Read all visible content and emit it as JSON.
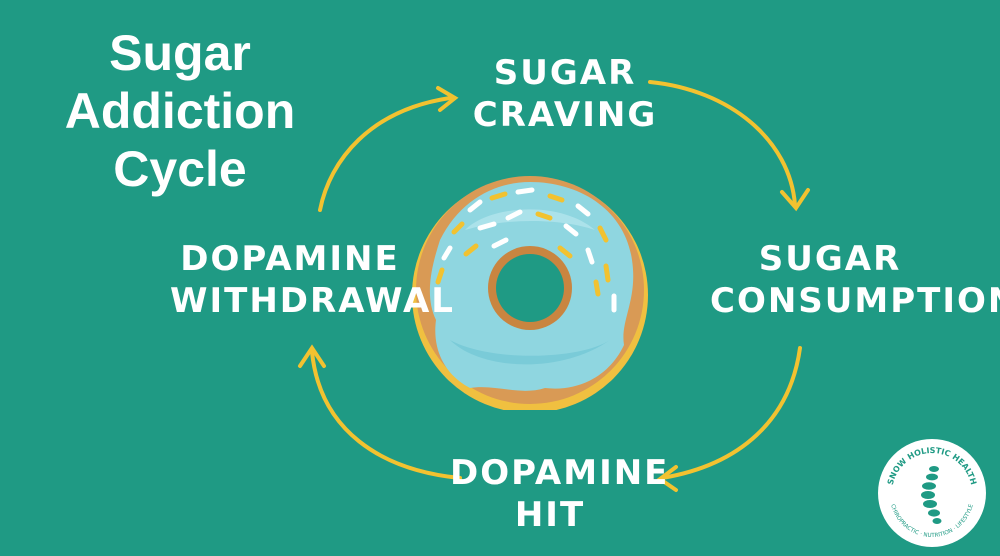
{
  "title": {
    "line1": "Sugar",
    "line2": "Addiction",
    "line3": "Cycle"
  },
  "stages": {
    "craving": {
      "line1": "Sugar",
      "line2": "Craving"
    },
    "consumption": {
      "line1": "Sugar",
      "line2": "Consumption"
    },
    "hit": {
      "line1": "Dopamine",
      "line2": "Hit"
    },
    "withdrawal": {
      "line1": "Dopamine",
      "line2": "Withdrawal"
    }
  },
  "logo": {
    "top_text": "SNOW HOLISTIC HEALTH",
    "bottom_text": "CHIROPRACTIC · NUTRITION · LIFESTYLE"
  },
  "colors": {
    "background": "#1f9a84",
    "arrow": "#f2c230",
    "icing": "#8fd6e0",
    "dough": "#d99a55"
  }
}
